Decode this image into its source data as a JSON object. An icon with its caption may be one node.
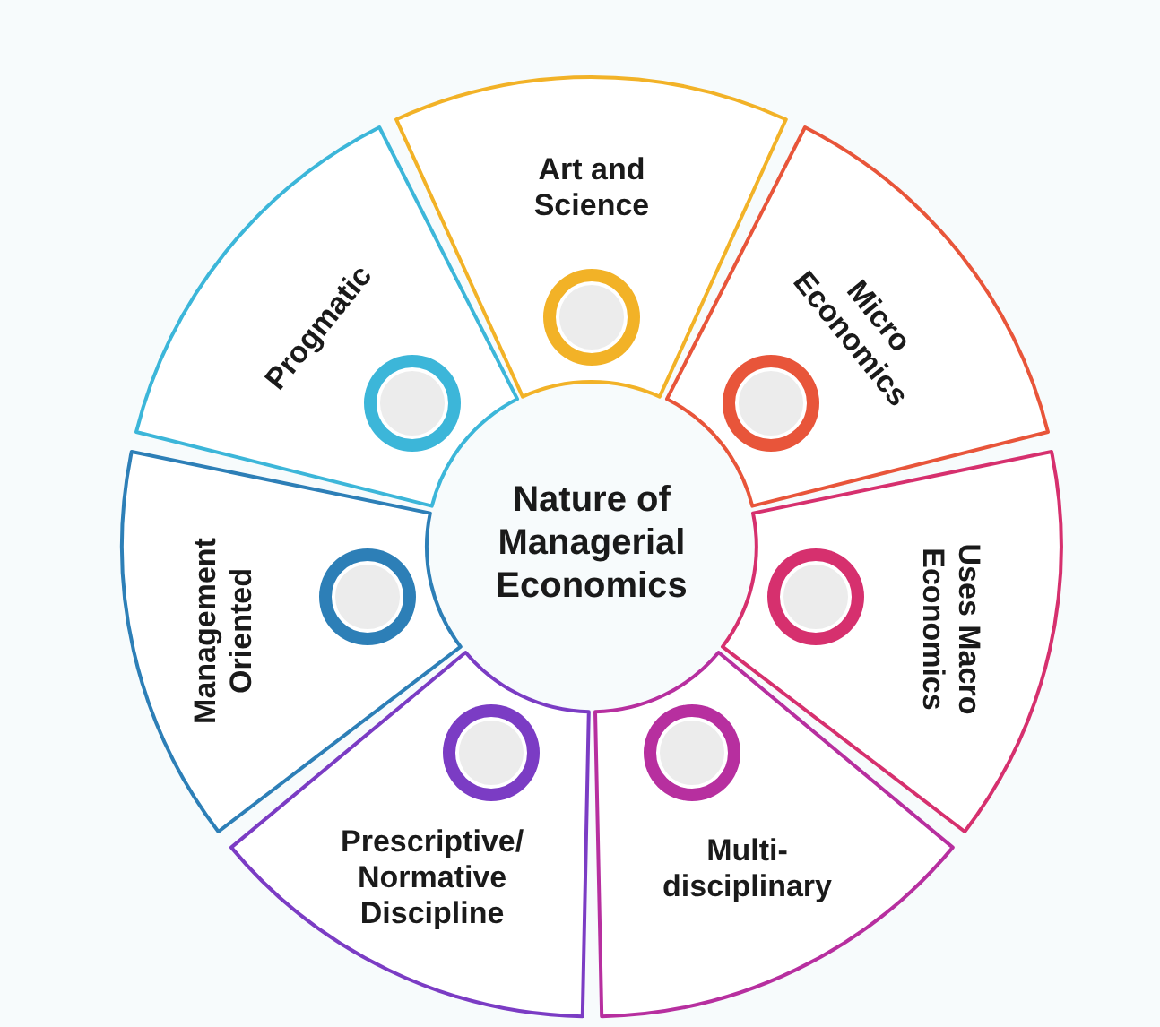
{
  "diagram": {
    "nodes": [
      {
        "text": [
          "Nature of Managerial Economics"
        ]
      },
      {
        "text": [
          "Art and Science"
        ]
      },
      {
        "text": [
          "Micro Economics"
        ]
      },
      {
        "text": [
          "Uses Macro Economics"
        ]
      },
      {
        "text": [
          "Multi- disciplinary"
        ]
      },
      {
        "text": [
          "Prescriptive/ Normative Discipline"
        ]
      },
      {
        "text": [
          "Management Oriented"
        ]
      },
      {
        "text": [
          "Progmatic"
        ]
      }
    ]
  }
}
